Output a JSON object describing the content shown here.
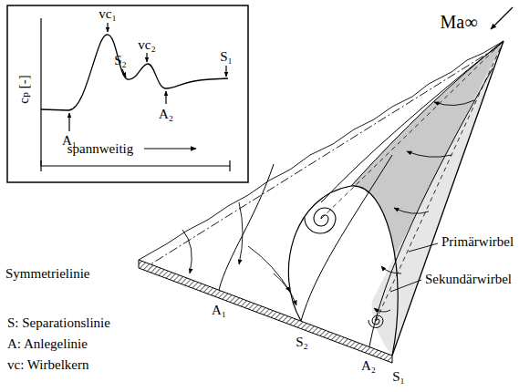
{
  "diagram": {
    "labels": [
      "Ma∞",
      "vc₁",
      "vc₂",
      "S₂",
      "S₁",
      "A₁",
      "A₂",
      "cₚ [-]",
      "spannweitig",
      "Primärwirbel",
      "Sekundärwirbel",
      "Symmetrielinie",
      "A₁",
      "S₂",
      "A₂",
      "S₁",
      "S: Separationslinie",
      "A: Anlegelinie",
      "vc: Wirbelkern"
    ]
  }
}
